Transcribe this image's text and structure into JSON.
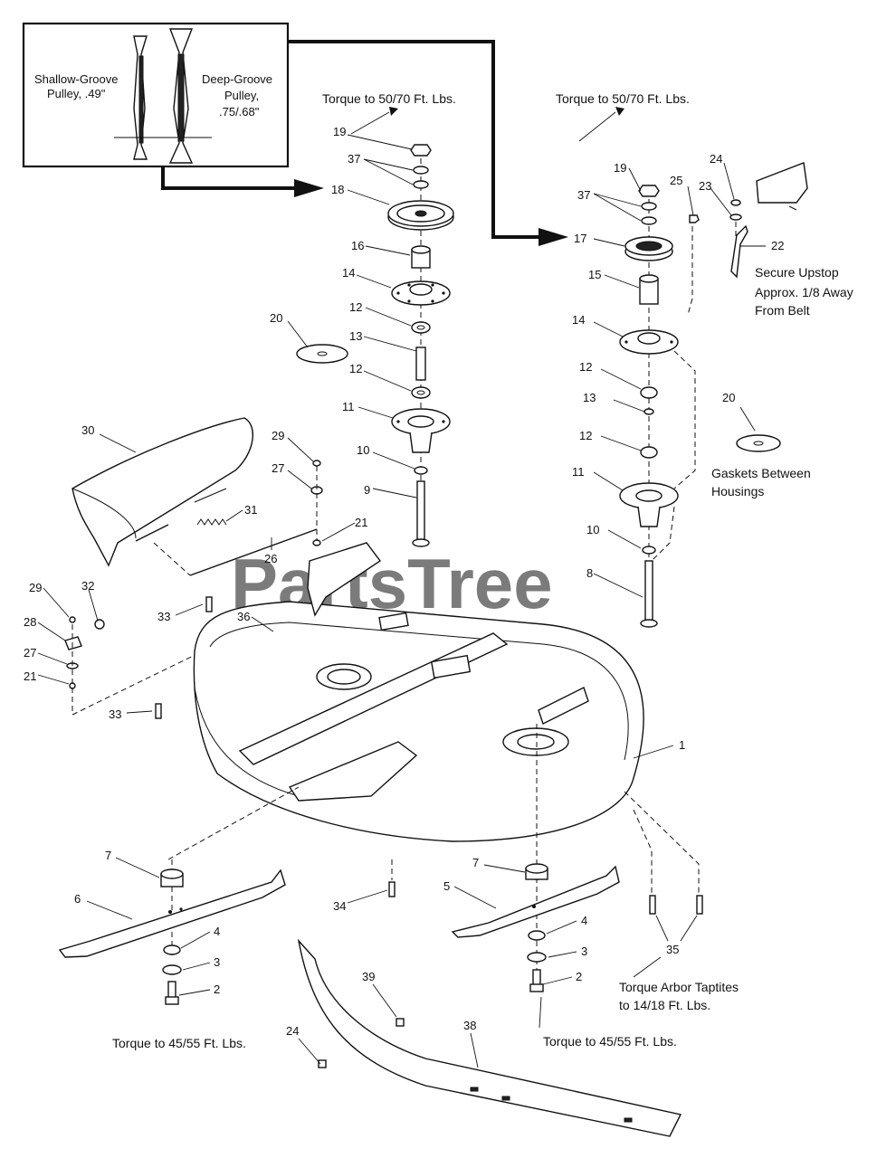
{
  "watermark": "PartsTree",
  "inset": {
    "shallow_label": "Shallow-Groove Pulley, .49\"",
    "shallow_line1": "Shallow-Groove",
    "shallow_line2": "Pulley, .49\"",
    "deep_line1": "Deep-Groove",
    "deep_line2": "Pulley,",
    "deep_line3": ".75/.68\""
  },
  "notes": {
    "torque_left_top": "Torque to 50/70 Ft. Lbs.",
    "torque_right_top": "Torque to 50/70 Ft. Lbs.",
    "upstop_1": "Secure Upstop",
    "upstop_2": "Approx. 1/8 Away",
    "upstop_3": "From Belt",
    "gaskets_1": "Gaskets Between",
    "gaskets_2": "Housings",
    "arbor_1": "Torque Arbor Taptites",
    "arbor_2": "to 14/18 Ft. Lbs.",
    "torque_left_bottom": "Torque to 45/55 Ft. Lbs.",
    "torque_right_bottom": "Torque to 45/55 Ft. Lbs."
  },
  "callouts": [
    "19",
    "37",
    "18",
    "16",
    "14",
    "12",
    "13",
    "12",
    "11",
    "10",
    "9",
    "20",
    "19",
    "37",
    "25",
    "24",
    "23",
    "22",
    "17",
    "15",
    "14",
    "12",
    "13",
    "12",
    "11",
    "10",
    "8",
    "20",
    "30",
    "29",
    "27",
    "31",
    "21",
    "26",
    "29",
    "32",
    "28",
    "27",
    "21",
    "33",
    "36",
    "33",
    "1",
    "7",
    "6",
    "4",
    "3",
    "2",
    "7",
    "5",
    "4",
    "3",
    "2",
    "34",
    "35",
    "39",
    "38",
    "24"
  ]
}
